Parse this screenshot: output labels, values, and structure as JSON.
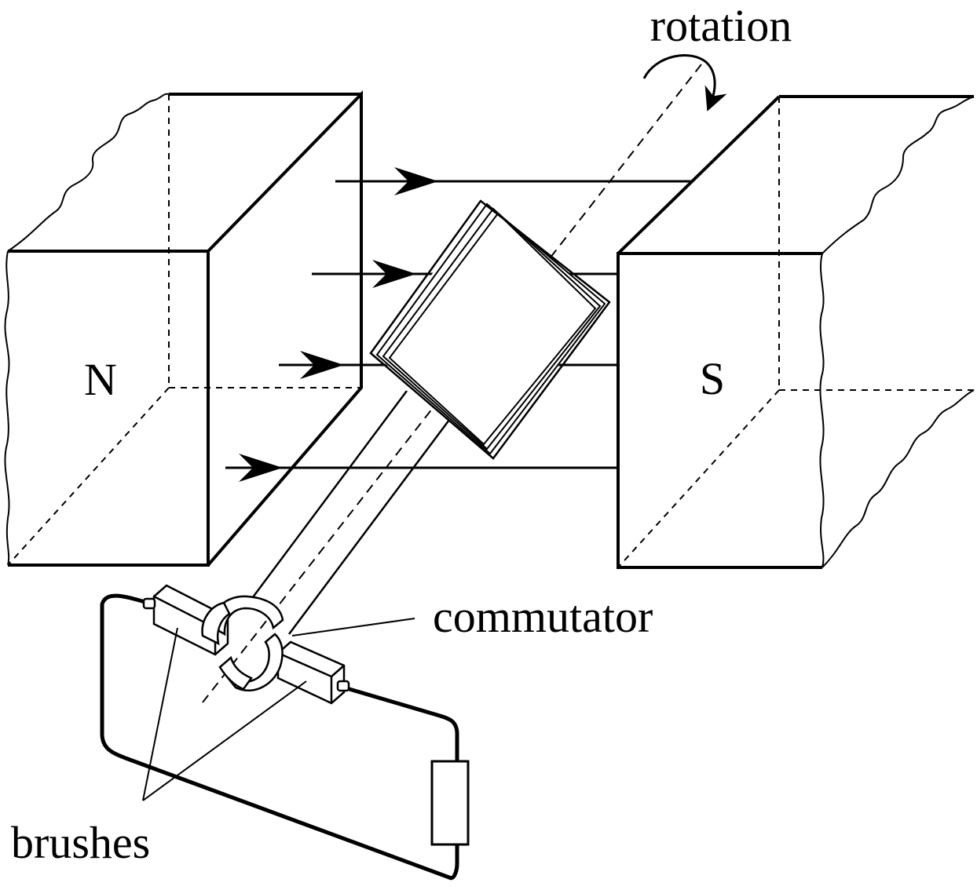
{
  "labels": {
    "north": "N",
    "south": "S",
    "rotation": "rotation",
    "commutator": "commutator",
    "brushes": "brushes"
  },
  "colors": {
    "ink": "#000000",
    "paper": "#ffffff"
  }
}
